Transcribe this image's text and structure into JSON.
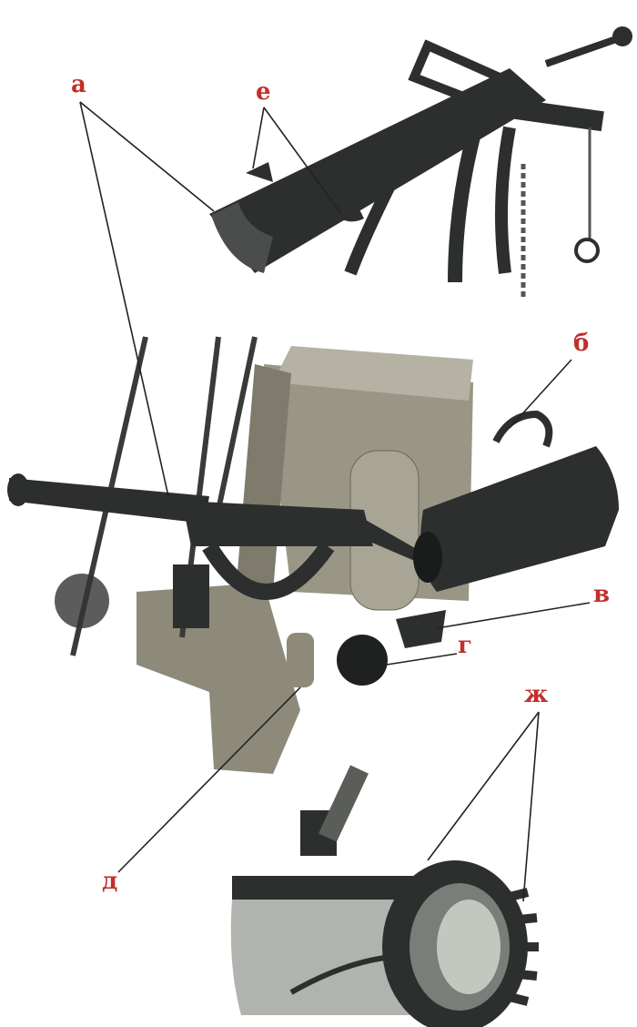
{
  "labels": {
    "a": "а",
    "e": "е",
    "b": "б",
    "v": "в",
    "g": "г",
    "d": "д",
    "zh": "ж"
  },
  "colors": {
    "label": "#c0302a",
    "metal": "#2c2f2e",
    "wood": "#8e8a7a",
    "leader": "#222222"
  }
}
